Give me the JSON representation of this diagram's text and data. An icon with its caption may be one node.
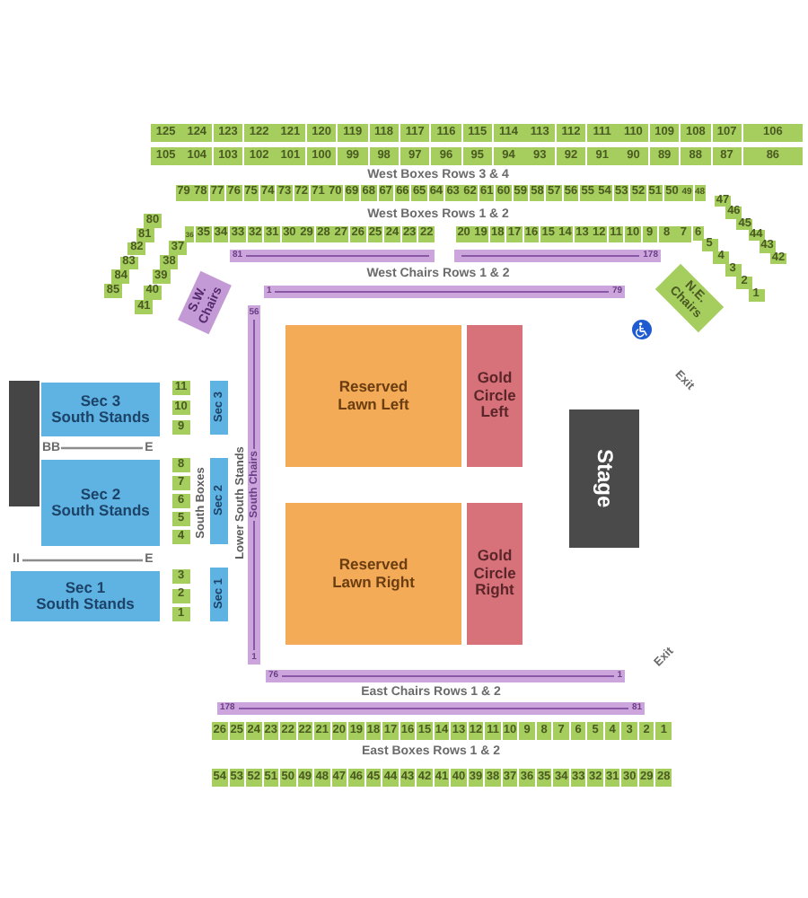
{
  "diagram": {
    "nodes": [
      {
        "text": [
          "125"
        ]
      },
      {
        "text": [
          "124"
        ]
      },
      {
        "text": [
          "123"
        ]
      },
      {
        "text": [
          "122"
        ]
      },
      {
        "text": [
          "121"
        ]
      },
      {
        "text": [
          "120"
        ]
      },
      {
        "text": [
          "119"
        ]
      },
      {
        "text": [
          "118"
        ]
      },
      {
        "text": [
          "117"
        ]
      },
      {
        "text": [
          "116"
        ]
      },
      {
        "text": [
          "115"
        ]
      },
      {
        "text": [
          "114"
        ]
      },
      {
        "text": [
          "113"
        ]
      },
      {
        "text": [
          "112"
        ]
      },
      {
        "text": [
          "111"
        ]
      },
      {
        "text": [
          "110"
        ]
      },
      {
        "text": [
          "109"
        ]
      },
      {
        "text": [
          "108"
        ]
      },
      {
        "text": [
          "107"
        ]
      },
      {
        "text": [
          "106"
        ]
      },
      {
        "text": [
          "105"
        ]
      },
      {
        "text": [
          "104"
        ]
      },
      {
        "text": [
          "103"
        ]
      },
      {
        "text": [
          "102"
        ]
      },
      {
        "text": [
          "101"
        ]
      },
      {
        "text": [
          "100"
        ]
      },
      {
        "text": [
          "99"
        ]
      },
      {
        "text": [
          "98"
        ]
      },
      {
        "text": [
          "97"
        ]
      },
      {
        "text": [
          "96"
        ]
      },
      {
        "text": [
          "95"
        ]
      },
      {
        "text": [
          "94"
        ]
      },
      {
        "text": [
          "93"
        ]
      },
      {
        "text": [
          "92"
        ]
      },
      {
        "text": [
          "91"
        ]
      },
      {
        "text": [
          "90"
        ]
      },
      {
        "text": [
          "89"
        ]
      },
      {
        "text": [
          "88"
        ]
      },
      {
        "text": [
          "87"
        ]
      },
      {
        "text": [
          "86"
        ]
      },
      {
        "text": [
          "79"
        ]
      },
      {
        "text": [
          "78"
        ]
      },
      {
        "text": [
          "77"
        ]
      },
      {
        "text": [
          "76"
        ]
      },
      {
        "text": [
          "75"
        ]
      },
      {
        "text": [
          "74"
        ]
      },
      {
        "text": [
          "73"
        ]
      },
      {
        "text": [
          "72"
        ]
      },
      {
        "text": [
          "71"
        ]
      },
      {
        "text": [
          "70"
        ]
      },
      {
        "text": [
          "69"
        ]
      },
      {
        "text": [
          "68"
        ]
      },
      {
        "text": [
          "67"
        ]
      },
      {
        "text": [
          "66"
        ]
      },
      {
        "text": [
          "65"
        ]
      },
      {
        "text": [
          "64"
        ]
      },
      {
        "text": [
          "63"
        ]
      },
      {
        "text": [
          "62"
        ]
      },
      {
        "text": [
          "61"
        ]
      },
      {
        "text": [
          "60"
        ]
      },
      {
        "text": [
          "59"
        ]
      },
      {
        "text": [
          "58"
        ]
      },
      {
        "text": [
          "57"
        ]
      },
      {
        "text": [
          "56"
        ]
      },
      {
        "text": [
          "55"
        ]
      },
      {
        "text": [
          "54"
        ]
      },
      {
        "text": [
          "53"
        ]
      },
      {
        "text": [
          "52"
        ]
      },
      {
        "text": [
          "51"
        ]
      },
      {
        "text": [
          "50"
        ]
      },
      {
        "text": [
          "49"
        ]
      },
      {
        "text": [
          "48"
        ]
      },
      {
        "text": [
          "47"
        ]
      },
      {
        "text": [
          "46"
        ]
      },
      {
        "text": [
          "45"
        ]
      },
      {
        "text": [
          "44"
        ]
      },
      {
        "text": [
          "43"
        ]
      },
      {
        "text": [
          "42"
        ]
      },
      {
        "text": [
          "80"
        ]
      },
      {
        "text": [
          "81"
        ]
      },
      {
        "text": [
          "82"
        ]
      },
      {
        "text": [
          "83"
        ]
      },
      {
        "text": [
          "84"
        ]
      },
      {
        "text": [
          "85"
        ]
      },
      {
        "text": [
          "36"
        ]
      },
      {
        "text": [
          "35"
        ]
      },
      {
        "text": [
          "34"
        ]
      },
      {
        "text": [
          "33"
        ]
      },
      {
        "text": [
          "32"
        ]
      },
      {
        "text": [
          "31"
        ]
      },
      {
        "text": [
          "30"
        ]
      },
      {
        "text": [
          "29"
        ]
      },
      {
        "text": [
          "28"
        ]
      },
      {
        "text": [
          "27"
        ]
      },
      {
        "text": [
          "26"
        ]
      },
      {
        "text": [
          "25"
        ]
      },
      {
        "text": [
          "24"
        ]
      },
      {
        "text": [
          "23"
        ]
      },
      {
        "text": [
          "22"
        ]
      },
      {
        "text": [
          "20"
        ]
      },
      {
        "text": [
          "19"
        ]
      },
      {
        "text": [
          "18"
        ]
      },
      {
        "text": [
          "17"
        ]
      },
      {
        "text": [
          "16"
        ]
      },
      {
        "text": [
          "15"
        ]
      },
      {
        "text": [
          "14"
        ]
      },
      {
        "text": [
          "13"
        ]
      },
      {
        "text": [
          "12"
        ]
      },
      {
        "text": [
          "11"
        ]
      },
      {
        "text": [
          "10"
        ]
      },
      {
        "text": [
          "9"
        ]
      },
      {
        "text": [
          "8"
        ]
      },
      {
        "text": [
          "7"
        ]
      },
      {
        "text": [
          "6"
        ]
      },
      {
        "text": [
          "5"
        ]
      },
      {
        "text": [
          "4"
        ]
      },
      {
        "text": [
          "3"
        ]
      },
      {
        "text": [
          "2"
        ]
      },
      {
        "text": [
          "1"
        ]
      },
      {
        "text": [
          "37"
        ]
      },
      {
        "text": [
          "38"
        ]
      },
      {
        "text": [
          "39"
        ]
      },
      {
        "text": [
          "40"
        ]
      },
      {
        "text": [
          "41"
        ]
      },
      {
        "text": [
          "81"
        ]
      },
      {
        "text": [
          "178"
        ]
      },
      {
        "text": [
          "S.W. Chairs"
        ]
      },
      {
        "text": [
          "1",
          "79"
        ]
      },
      {
        "text": [
          "N.E. Chairs"
        ]
      },
      {
        "text": [
          "56",
          "South Chairs",
          "1"
        ]
      },
      {
        "text": [],
        "shape": "box"
      },
      {
        "text": [
          "Sec 3 South Stands"
        ]
      },
      {
        "text": [
          "Sec 2 South Stands"
        ]
      },
      {
        "text": [
          "Sec 1 South Stands"
        ]
      },
      {
        "text": [
          "11"
        ]
      },
      {
        "text": [
          "10"
        ]
      },
      {
        "text": [
          "9"
        ]
      },
      {
        "text": [
          "8"
        ]
      },
      {
        "text": [
          "7"
        ]
      },
      {
        "text": [
          "6"
        ]
      },
      {
        "text": [
          "5"
        ]
      },
      {
        "text": [
          "4"
        ]
      },
      {
        "text": [
          "3"
        ]
      },
      {
        "text": [
          "2"
        ]
      },
      {
        "text": [
          "1"
        ]
      },
      {
        "text": [
          "Sec 3"
        ]
      },
      {
        "text": [
          "Sec 2"
        ]
      },
      {
        "text": [
          "Sec 1"
        ]
      },
      {
        "text": [
          "Reserved Lawn Left"
        ]
      },
      {
        "text": [
          "Gold Circle Left"
        ]
      },
      {
        "text": [
          "Stage"
        ]
      },
      {
        "text": [
          "Reserved Lawn Right"
        ]
      },
      {
        "text": [
          "Gold Circle Right"
        ]
      },
      {
        "text": [
          "76",
          "1"
        ]
      },
      {
        "text": [
          "178",
          "81"
        ]
      },
      {
        "text": [
          "26"
        ]
      },
      {
        "text": [
          "25"
        ]
      },
      {
        "text": [
          "24"
        ]
      },
      {
        "text": [
          "23"
        ]
      },
      {
        "text": [
          "22"
        ]
      },
      {
        "text": [
          "22"
        ]
      },
      {
        "text": [
          "21"
        ]
      },
      {
        "text": [
          "20"
        ]
      },
      {
        "text": [
          "19"
        ]
      },
      {
        "text": [
          "18"
        ]
      },
      {
        "text": [
          "17"
        ]
      },
      {
        "text": [
          "16"
        ]
      },
      {
        "text": [
          "15"
        ]
      },
      {
        "text": [
          "14"
        ]
      },
      {
        "text": [
          "13"
        ]
      },
      {
        "text": [
          "12"
        ]
      },
      {
        "text": [
          "11"
        ]
      },
      {
        "text": [
          "10"
        ]
      },
      {
        "text": [
          "9"
        ]
      },
      {
        "text": [
          "8"
        ]
      },
      {
        "text": [
          "7"
        ]
      },
      {
        "text": [
          "6"
        ]
      },
      {
        "text": [
          "5"
        ]
      },
      {
        "text": [
          "4"
        ]
      },
      {
        "text": [
          "3"
        ]
      },
      {
        "text": [
          "2"
        ]
      },
      {
        "text": [
          "1"
        ]
      },
      {
        "text": [
          "54"
        ]
      },
      {
        "text": [
          "53"
        ]
      },
      {
        "text": [
          "52"
        ]
      },
      {
        "text": [
          "51"
        ]
      },
      {
        "text": [
          "50"
        ]
      },
      {
        "text": [
          "49"
        ]
      },
      {
        "text": [
          "48"
        ]
      },
      {
        "text": [
          "47"
        ]
      },
      {
        "text": [
          "46"
        ]
      },
      {
        "text": [
          "45"
        ]
      },
      {
        "text": [
          "44"
        ]
      },
      {
        "text": [
          "43"
        ]
      },
      {
        "text": [
          "42"
        ]
      },
      {
        "text": [
          "41"
        ]
      },
      {
        "text": [
          "40"
        ]
      },
      {
        "text": [
          "39"
        ]
      },
      {
        "text": [
          "38"
        ]
      },
      {
        "text": [
          "37"
        ]
      },
      {
        "text": [
          "36"
        ]
      },
      {
        "text": [
          "35"
        ]
      },
      {
        "text": [
          "34"
        ]
      },
      {
        "text": [
          "33"
        ]
      },
      {
        "text": [
          "32"
        ]
      },
      {
        "text": [
          "31"
        ]
      },
      {
        "text": [
          "30"
        ]
      },
      {
        "text": [
          "29"
        ]
      },
      {
        "text": [
          "28"
        ]
      }
    ],
    "labels": [
      "West Boxes Rows 3 & 4",
      "West Boxes Rows 1 & 2",
      "West Chairs Rows 1 & 2",
      "Exit",
      "BB",
      "E",
      "South Boxes",
      "Lower South Stands",
      "II",
      "E",
      "Exit",
      "East Chairs Rows 1 & 2",
      "East Boxes Rows 1 & 2"
    ]
  }
}
